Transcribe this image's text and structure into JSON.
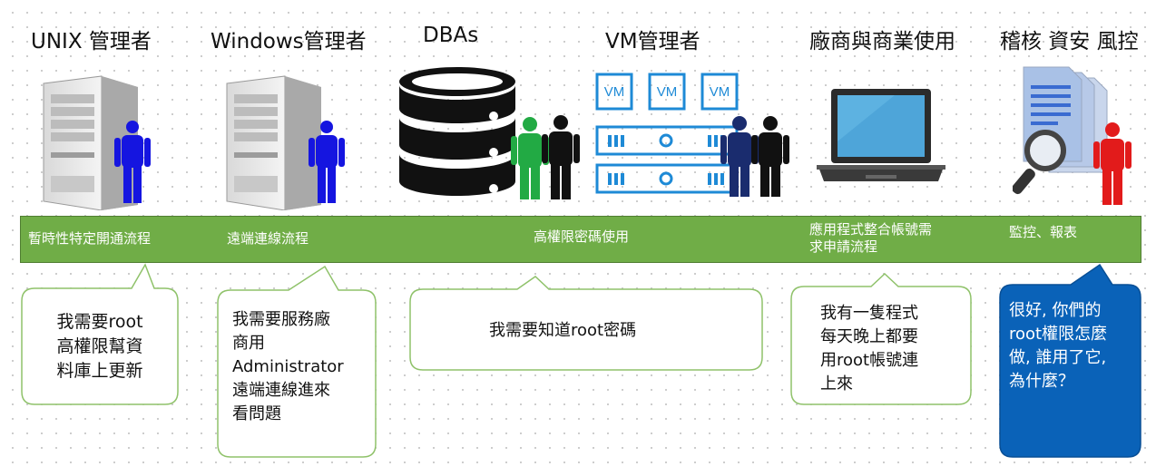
{
  "roles": [
    {
      "title": "UNIX 管理者"
    },
    {
      "title": "Windows管理者"
    },
    {
      "title": "DBAs"
    },
    {
      "title": "VM管理者"
    },
    {
      "title": "廠商與商業使用"
    },
    {
      "title": "稽核 資安 風控"
    }
  ],
  "vm_labels": [
    "VM",
    "VM",
    "VM"
  ],
  "processes": [
    {
      "label": "暫時性特定開通流程"
    },
    {
      "label": "遠端連線流程"
    },
    {
      "label": "高權限密碼使用"
    },
    {
      "label_line1": "應用程式整合帳號需",
      "label_line2": "求申請流程"
    },
    {
      "label": "監控、報表"
    }
  ],
  "bubbles": [
    {
      "lines": [
        "我需要root",
        "高權限幫資",
        "料庫上更新"
      ]
    },
    {
      "lines": [
        "我需要服務廠",
        "商用",
        "Administrator",
        "遠端連線進來",
        "看問題"
      ]
    },
    {
      "lines": [
        "我需要知道root密碼"
      ]
    },
    {
      "lines": [
        "我有一隻程式",
        "每天晚上都要",
        "用root帳號連",
        "上來"
      ]
    },
    {
      "lines": [
        "很好, 你們的",
        "root權限怎麼",
        "做, 誰用了它,",
        "為什麼？"
      ]
    }
  ],
  "colors": {
    "band": "#70ad47",
    "unix_user": "#1515e0",
    "dba_user": "#22aa44",
    "vm_user": "#1a2c6e",
    "auditor_user": "#e21b1b",
    "vm_blue": "#1e8ad6",
    "auditor_bubble": "#0a62b8"
  },
  "icons": [
    "server-icon",
    "database-icon",
    "vm-server-icon",
    "laptop-icon",
    "audit-documents-icon",
    "person-icon"
  ]
}
